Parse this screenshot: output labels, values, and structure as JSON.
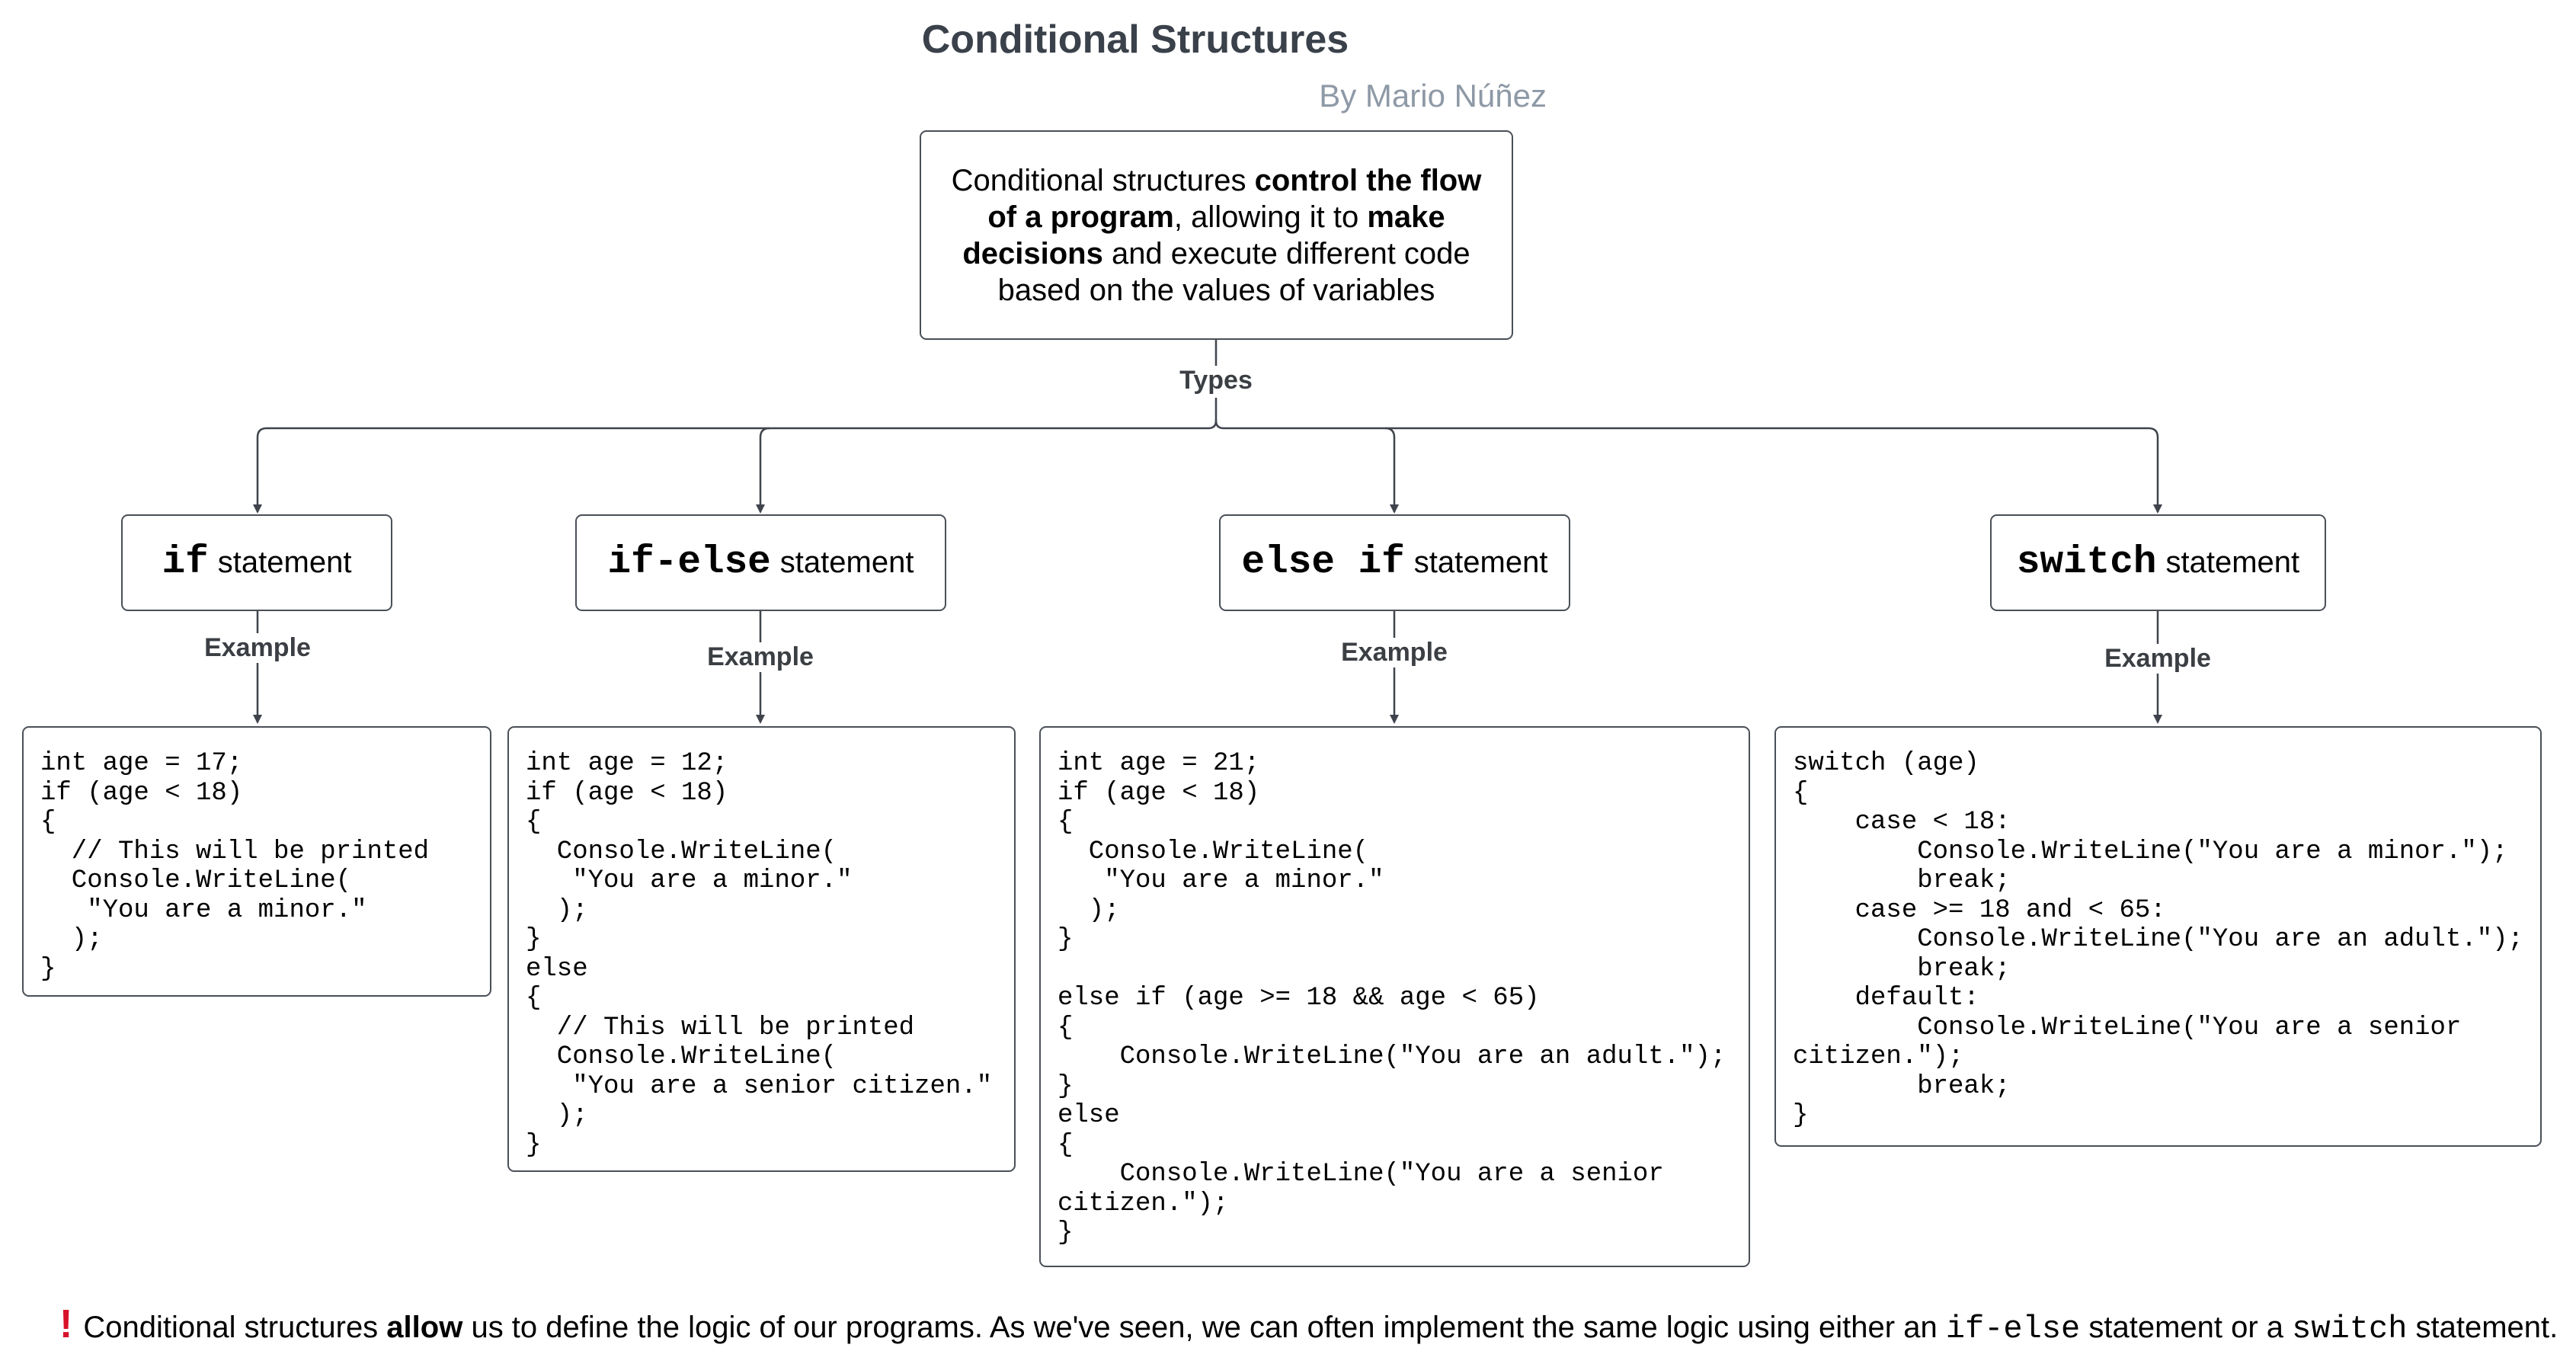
{
  "header": {
    "title": "Conditional Structures",
    "author": "By Mario Núñez"
  },
  "intro": {
    "p1": "Conditional structures ",
    "b1": "control the flow of a program",
    "p2": ", allowing it to ",
    "b2": "make decisions",
    "p3": " and execute different code based on the values of variables"
  },
  "edge_labels": {
    "types": "Types",
    "example": "Example"
  },
  "types": [
    {
      "keyword": "if",
      "word": "statement"
    },
    {
      "keyword": "if-else",
      "word": "statement"
    },
    {
      "keyword": "else if",
      "word": "statement"
    },
    {
      "keyword": "switch",
      "word": "statement"
    }
  ],
  "examples": [
    {
      "code": "int age = 17;\nif (age < 18)\n{\n  // This will be printed\n  Console.WriteLine(\n   \"You are a minor.\"\n  );\n}"
    },
    {
      "code": "int age = 12;\nif (age < 18)\n{\n  Console.WriteLine(\n   \"You are a minor.\"\n  );\n}\nelse\n{\n  // This will be printed\n  Console.WriteLine(\n   \"You are a senior citizen.\"\n  );\n}"
    },
    {
      "code": "int age = 21;\nif (age < 18)\n{\n  Console.WriteLine(\n   \"You are a minor.\"\n  );\n}\n\nelse if (age >= 18 && age < 65)\n{\n    Console.WriteLine(\"You are an adult.\");\n}\nelse\n{\n    Console.WriteLine(\"You are a senior\ncitizen.\");\n}"
    },
    {
      "code": "switch (age)\n{\n    case < 18:\n        Console.WriteLine(\"You are a minor.\");\n        break;\n    case >= 18 and < 65:\n        Console.WriteLine(\"You are an adult.\");\n        break;\n    default:\n        Console.WriteLine(\"You are a senior\ncitizen.\");\n        break;\n}"
    }
  ],
  "footer": {
    "icon": "!",
    "t1": "Conditional structures ",
    "b1": "allow",
    "t2": " us to define the logic of our programs. As we've seen, we can often implement the same logic using either an ",
    "c1": "if-else",
    "t3": " statement or a ",
    "c2": "switch",
    "t4": " statement."
  },
  "colors": {
    "title": "#3a414a",
    "author": "#8e99a6",
    "line": "#3f444c",
    "warning": "#d8122a"
  }
}
